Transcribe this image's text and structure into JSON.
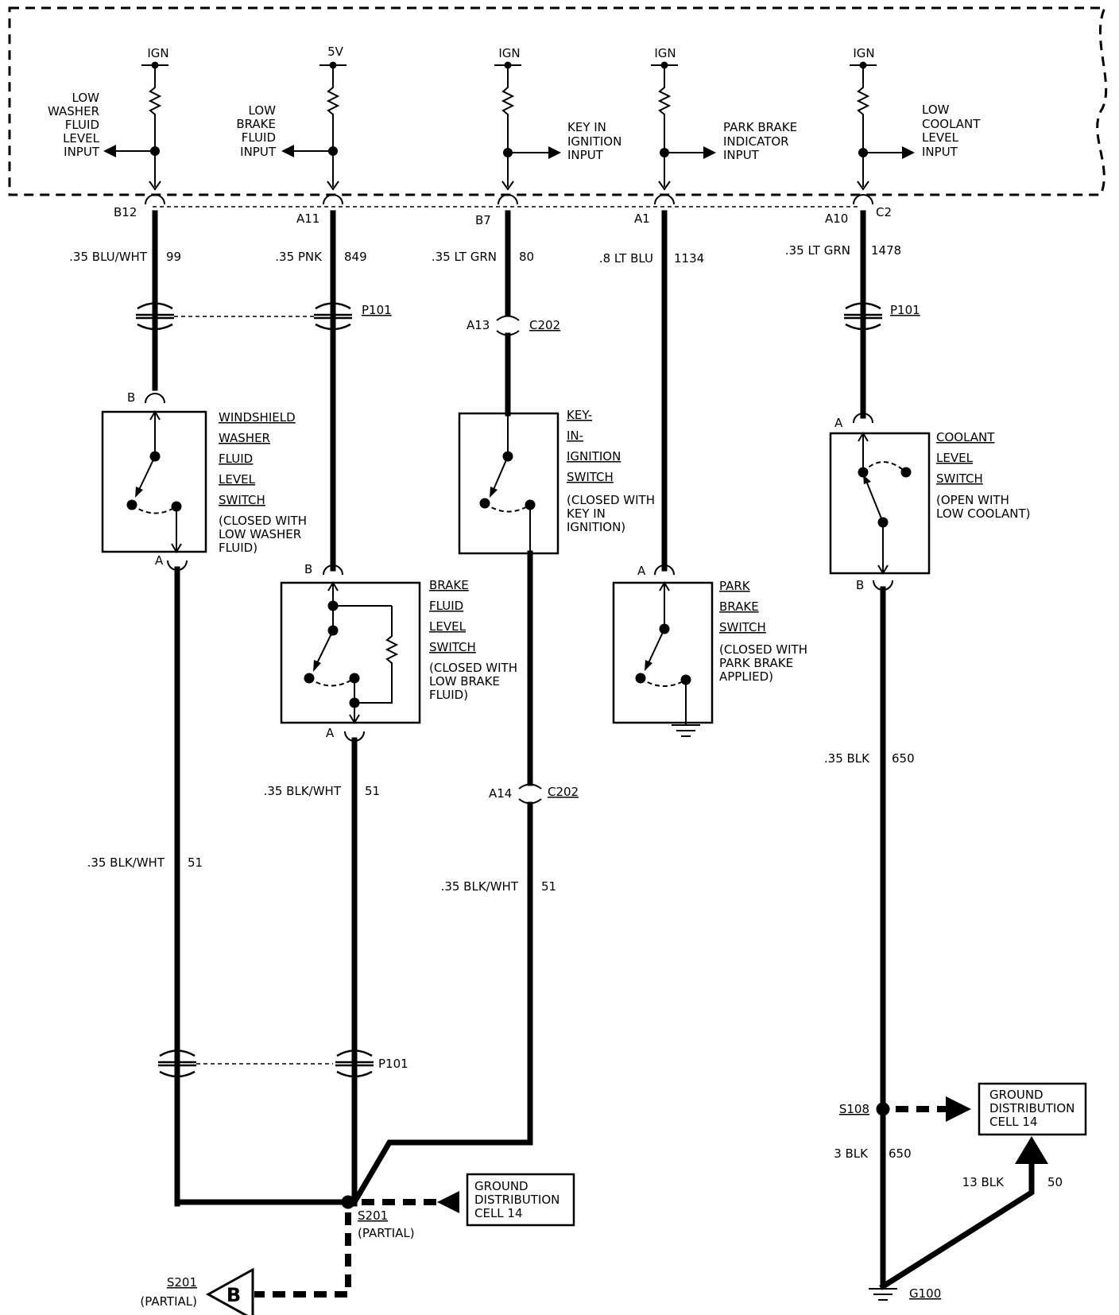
{
  "module": {
    "supplies": [
      "IGN",
      "5V",
      "IGN",
      "IGN",
      "IGN"
    ],
    "inputs": [
      {
        "lines": [
          "LOW",
          "WASHER",
          "FLUID",
          "LEVEL",
          "INPUT"
        ]
      },
      {
        "lines": [
          "LOW",
          "BRAKE",
          "FLUID",
          "INPUT"
        ]
      },
      {
        "lines": [
          "KEY IN",
          "IGNITION",
          "INPUT"
        ]
      },
      {
        "lines": [
          "PARK BRAKE",
          "INDICATOR",
          "INPUT"
        ]
      },
      {
        "lines": [
          "LOW",
          "COOLANT",
          "LEVEL",
          "INPUT"
        ]
      }
    ],
    "pins": [
      "B12",
      "A11",
      "B7",
      "A1",
      "A10",
      "C2"
    ]
  },
  "circuits": [
    {
      "wire": ".35 BLU/WHT",
      "number": "99"
    },
    {
      "wire": ".35 PNK",
      "number": "849"
    },
    {
      "wire": ".35 LT GRN",
      "number": "80"
    },
    {
      "wire": ".8 LT BLU",
      "number": "1134"
    },
    {
      "wire": ".35 LT GRN",
      "number": "1478"
    }
  ],
  "connectors": {
    "p101": "P101",
    "c202": "C202",
    "a13": "A13",
    "a14": "A14"
  },
  "switches": {
    "washer": {
      "pin_top": "B",
      "pin_bottom": "A",
      "title": [
        "WINDSHIELD",
        "WASHER",
        "FLUID",
        "LEVEL",
        "SWITCH"
      ],
      "note": [
        "(CLOSED WITH",
        "LOW WASHER",
        "FLUID)"
      ]
    },
    "brake": {
      "pin_top": "B",
      "pin_bottom": "A",
      "title": [
        "BRAKE",
        "FLUID",
        "LEVEL",
        "SWITCH"
      ],
      "note": [
        "(CLOSED WITH",
        "LOW BRAKE",
        "FLUID)"
      ]
    },
    "key": {
      "title": [
        "KEY-",
        "IN-",
        "IGNITION",
        "SWITCH"
      ],
      "note": [
        "(CLOSED WITH",
        "KEY IN",
        "IGNITION)"
      ]
    },
    "park": {
      "pin_top": "A",
      "title": [
        "PARK",
        "BRAKE",
        "SWITCH"
      ],
      "note": [
        "(CLOSED WITH",
        "PARK BRAKE",
        "APPLIED)"
      ]
    },
    "coolant": {
      "pin_top": "A",
      "pin_bottom": "B",
      "title": [
        "COOLANT",
        "LEVEL",
        "SWITCH"
      ],
      "note": [
        "(OPEN WITH",
        "LOW COOLANT)"
      ]
    }
  },
  "lower_wires": {
    "washer": {
      "wire": ".35 BLK/WHT",
      "number": "51"
    },
    "brake": {
      "wire": ".35 BLK/WHT",
      "number": "51"
    },
    "key": {
      "wire": ".35 BLK/WHT",
      "number": "51"
    },
    "coolant": {
      "wire": ".35 BLK",
      "number": "650"
    },
    "s108_down": {
      "wire": "3 BLK",
      "number": "650"
    },
    "g100_branch": {
      "wire": "13 BLK",
      "number": "50"
    }
  },
  "splices": {
    "s201": "S201",
    "s201_partial": "(PARTIAL)",
    "s108": "S108",
    "g100": "G100",
    "ref_b": "B"
  },
  "ground_distribution": [
    "GROUND",
    "DISTRIBUTION",
    "CELL  14"
  ]
}
